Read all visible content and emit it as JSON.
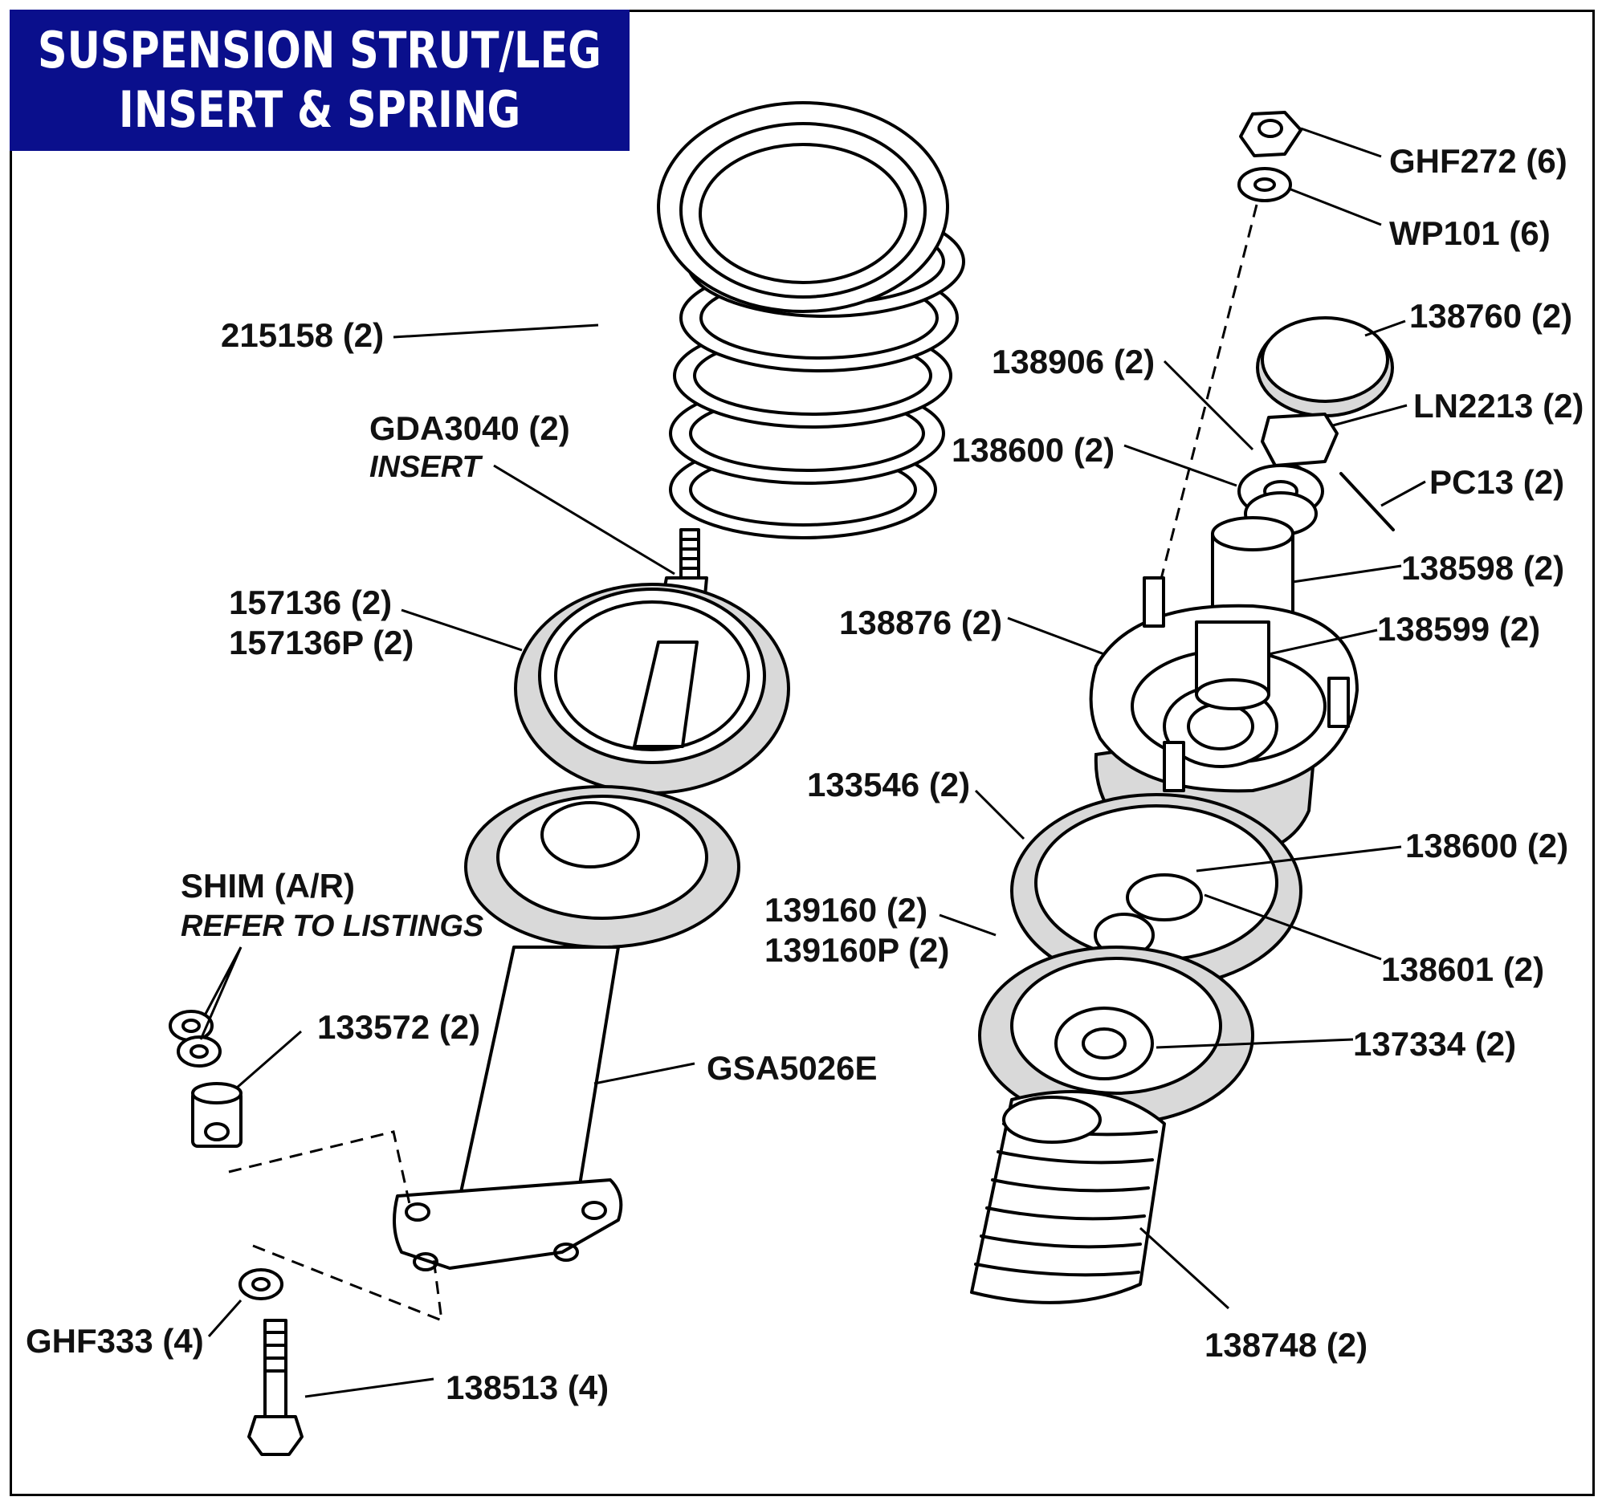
{
  "title": {
    "line1": "SUSPENSION STRUT/LEG",
    "line2": "INSERT & SPRING"
  },
  "labels": {
    "l_ghf272": "GHF272 (6)",
    "l_wp101": "WP101 (6)",
    "l_138760": "138760 (2)",
    "l_138906": "138906 (2)",
    "l_ln2213": "LN2213 (2)",
    "l_138600a": "138600 (2)",
    "l_pc13": "PC13 (2)",
    "l_138598": "138598 (2)",
    "l_138876": "138876 (2)",
    "l_138599": "138599 (2)",
    "l_215158": "215158 (2)",
    "l_gda3040": "GDA3040 (2)",
    "l_insert": "INSERT",
    "l_157136": "157136 (2)",
    "l_157136p": "157136P (2)",
    "l_133546": "133546 (2)",
    "l_138600b": "138600 (2)",
    "l_139160": "139160 (2)",
    "l_139160p": "139160P (2)",
    "l_138601": "138601 (2)",
    "l_137334": "137334 (2)",
    "l_shim": "SHIM (A/R)",
    "l_refer": "REFER TO LISTINGS",
    "l_133572": "133572 (2)",
    "l_gsa5026e": "GSA5026E",
    "l_ghf333": "GHF333 (4)",
    "l_138513": "138513 (4)",
    "l_138748": "138748 (2)"
  }
}
